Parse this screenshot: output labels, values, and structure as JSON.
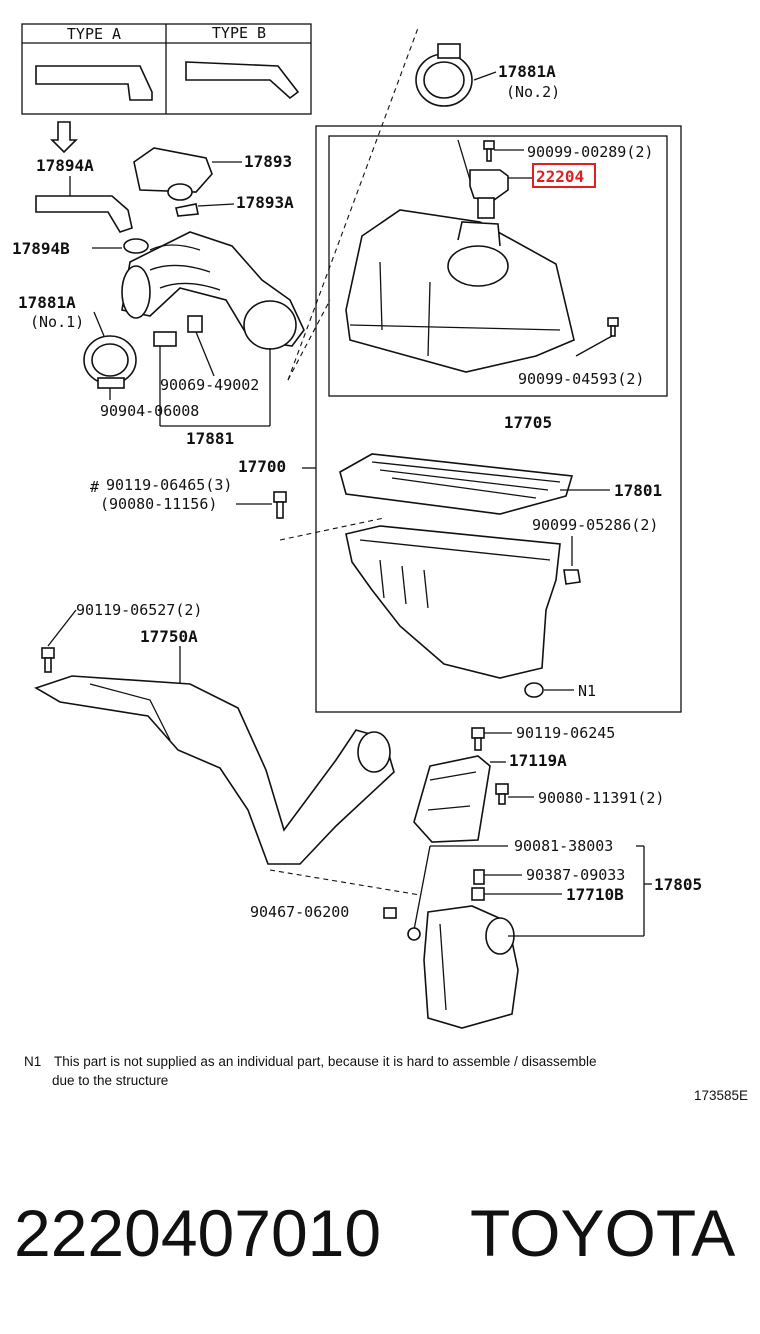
{
  "type_box": {
    "type_a": "TYPE A",
    "type_b": "TYPE B"
  },
  "labels": {
    "p17881a_no2": "17881A",
    "p17881a_no2_sub": "(No.2)",
    "p90099_00289": "90099-00289(2)",
    "p22204": "22204",
    "p17894a": "17894A",
    "p17893": "17893",
    "p17893a": "17893A",
    "p17894b": "17894B",
    "p17881a_no1": "17881A",
    "p17881a_no1_sub": "(No.1)",
    "p90069_49002": "90069-49002",
    "p90904_06008": "90904-06008",
    "p17881": "17881",
    "p90099_04593": "90099-04593(2)",
    "p17705": "17705",
    "p17700": "17700",
    "p17801": "17801",
    "p90119_06465": "90119-06465(3)",
    "p90119_06465_hash": "#",
    "p90080_11156": "(90080-11156)",
    "p90099_05286": "90099-05286(2)",
    "p90119_06527": "90119-06527(2)",
    "p17750a": "17750A",
    "pN1": "N1",
    "p90119_06245": "90119-06245",
    "p17119a": "17119A",
    "p90080_11391": "90080-11391(2)",
    "p90081_38003": "90081-38003",
    "p90387_09033": "90387-09033",
    "p17805": "17805",
    "p17710b": "17710B",
    "p90467_06200": "90467-06200"
  },
  "footnote": {
    "marker": "N1",
    "line1": "This part is not supplied as an individual part, because it is hard to assemble / disassemble",
    "line2": "due to the structure"
  },
  "diagram_id": "173585E",
  "caption": {
    "part_number": "2220407010",
    "brand": "TOYOTA"
  },
  "highlight_color": "#e02020"
}
